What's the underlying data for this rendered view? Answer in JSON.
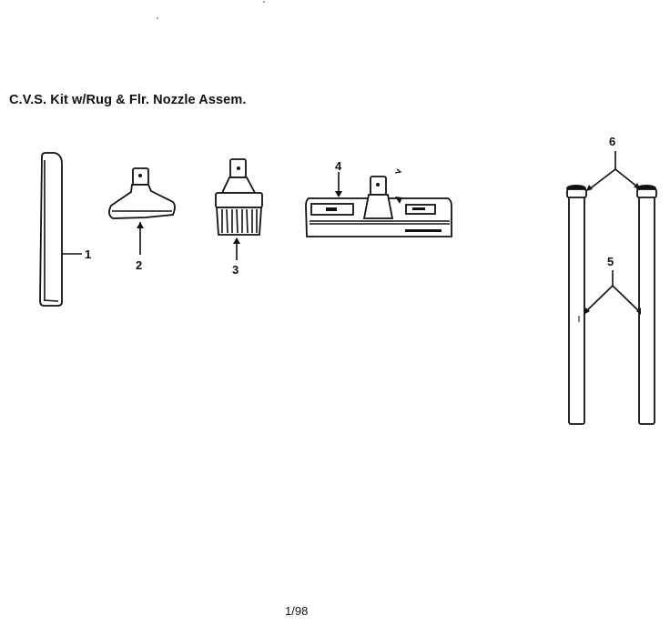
{
  "diagram": {
    "title": "C.V.S. Kit w/Rug & Flr. Nozzle Assem.",
    "footer": "1/98",
    "callouts": [
      "1",
      "2",
      "3",
      "4",
      "5",
      "6"
    ]
  }
}
